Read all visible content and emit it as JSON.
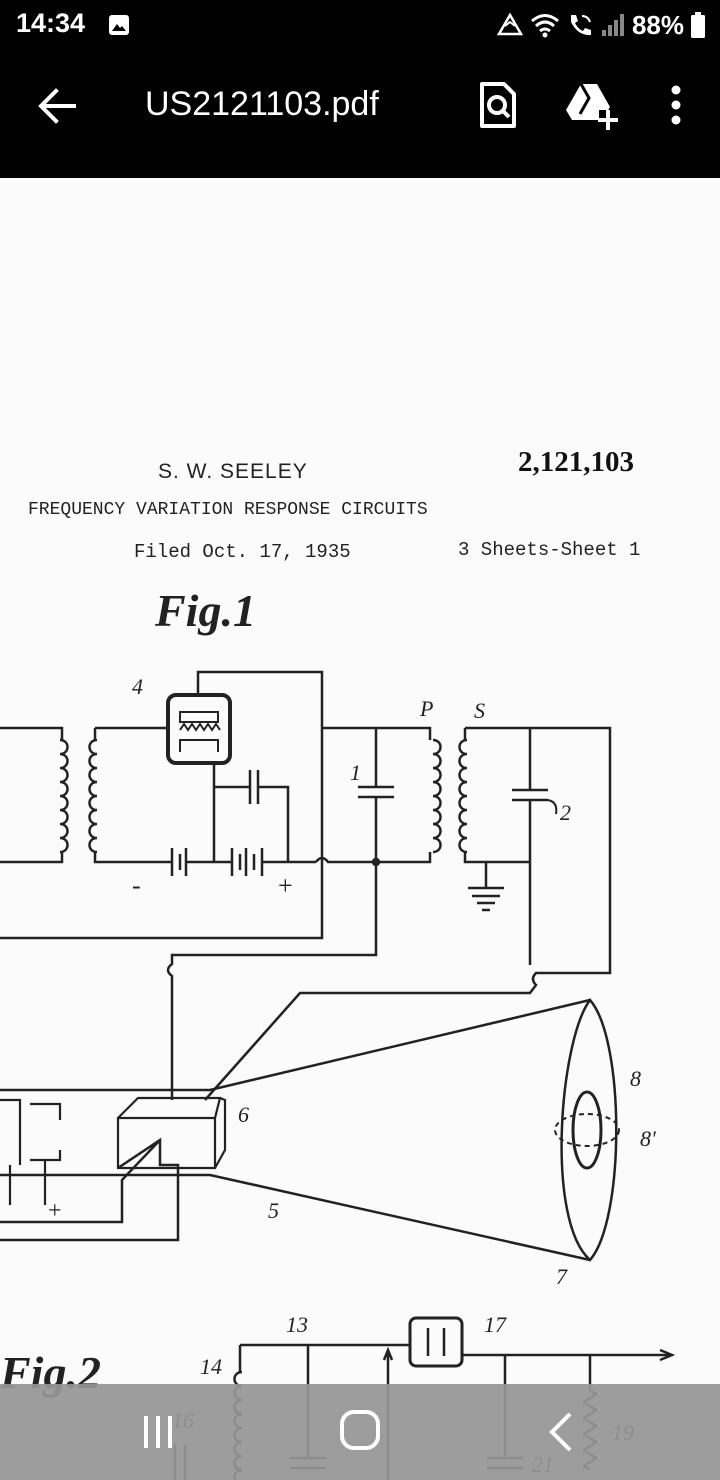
{
  "status_bar": {
    "time": "14:34",
    "battery": "88%",
    "icons": [
      "image-icon",
      "data-saver-icon",
      "wifi-icon",
      "wifi-calling-icon",
      "signal-icon",
      "battery-icon"
    ]
  },
  "app_bar": {
    "back_icon": "arrow-back-icon",
    "title": "US2121103.pdf",
    "actions": [
      "find-in-document-icon",
      "add-to-drive-icon",
      "more-vert-icon"
    ]
  },
  "document": {
    "inventor": "S. W. SEELEY",
    "patent_number": "2,121,103",
    "title": "FREQUENCY VARIATION RESPONSE CIRCUITS",
    "filed": "Filed Oct. 17, 1935",
    "sheets": "3 Sheets-Sheet 1",
    "fig1_label": "Fig.1",
    "fig2_label": "Fig.2",
    "reference_numerals": [
      "4",
      "P",
      "S",
      "1",
      "2",
      "-",
      "+",
      "6",
      "8",
      "8'",
      "5",
      "7",
      "+",
      "13",
      "17",
      "14",
      "16",
      "21",
      "19"
    ]
  },
  "nav_bar": {
    "buttons": [
      "recent-apps-icon",
      "home-icon",
      "back-icon"
    ]
  },
  "colors": {
    "bars": "#000000",
    "nav_bar": "#969696",
    "page": "#fbfbfb",
    "ink": "#222222"
  }
}
